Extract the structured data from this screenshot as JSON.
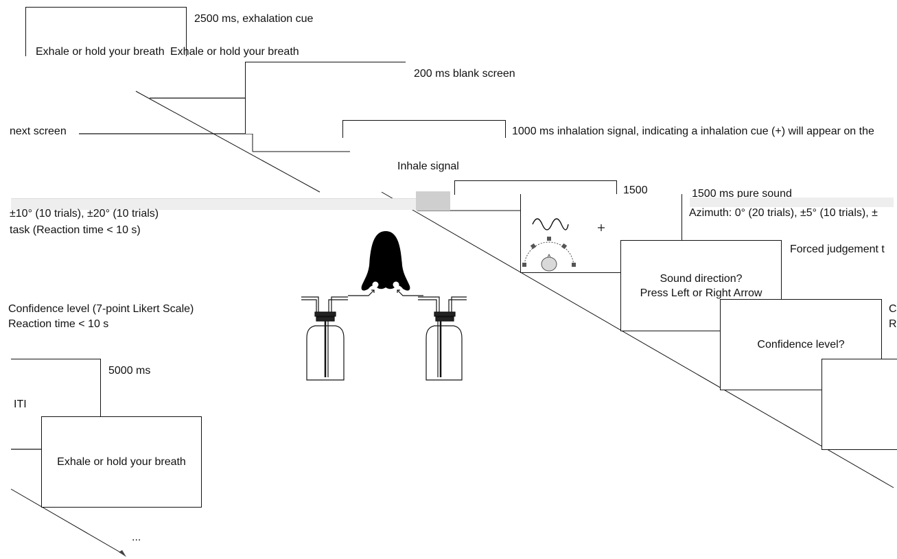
{
  "colors": {
    "stroke": "#111111",
    "background": "#ffffff",
    "speaker_fill": "#d9d9d9"
  },
  "trial": {
    "exhale_cue": {
      "duration": "2500 ms, exhalation cue",
      "screen_text": "Exhale or hold your breath",
      "overlap_text": "Exhale or hold your breath"
    },
    "blank": {
      "duration": "200 ms blank screen"
    },
    "next_screen": {
      "fragment": "next screen"
    },
    "inhale_signal": {
      "duration": "1000 ms inhalation signal, indicating a inhalation cue (+) will appear on the",
      "screen_text": "Inhale signal"
    },
    "pure_sound": {
      "duration_short": "1500",
      "duration": "1500 ms pure sound",
      "azimuth": "Azimuth: 0° (20 trials), ±5° (10 trials), ±",
      "azimuth_cont": "±10° (10 trials), ±20° (10 trials)",
      "icons": [
        "sound-wave-icon",
        "fixation-cross-icon",
        "listener-head-icon"
      ]
    },
    "direction": {
      "task": "Forced judgement t",
      "task_cont": "task (Reaction time < 10 s)",
      "screen_line1": "Sound direction?",
      "screen_line2": "Press Left or Right Arrow"
    },
    "confidence": {
      "side1": "C",
      "side2": "R",
      "label1": "Confidence level (7-point Likert Scale)",
      "label2": "Reaction time < 10 s",
      "screen_text": "Confidence level?"
    },
    "iti": {
      "label": "ITI",
      "duration": "5000 ms",
      "screen_text": "Exhale or hold your breath"
    },
    "continuation": "..."
  },
  "apparatus": {
    "icons": [
      "nose-icon",
      "gas-wash-bottle-icon",
      "gas-wash-bottle-icon"
    ]
  }
}
